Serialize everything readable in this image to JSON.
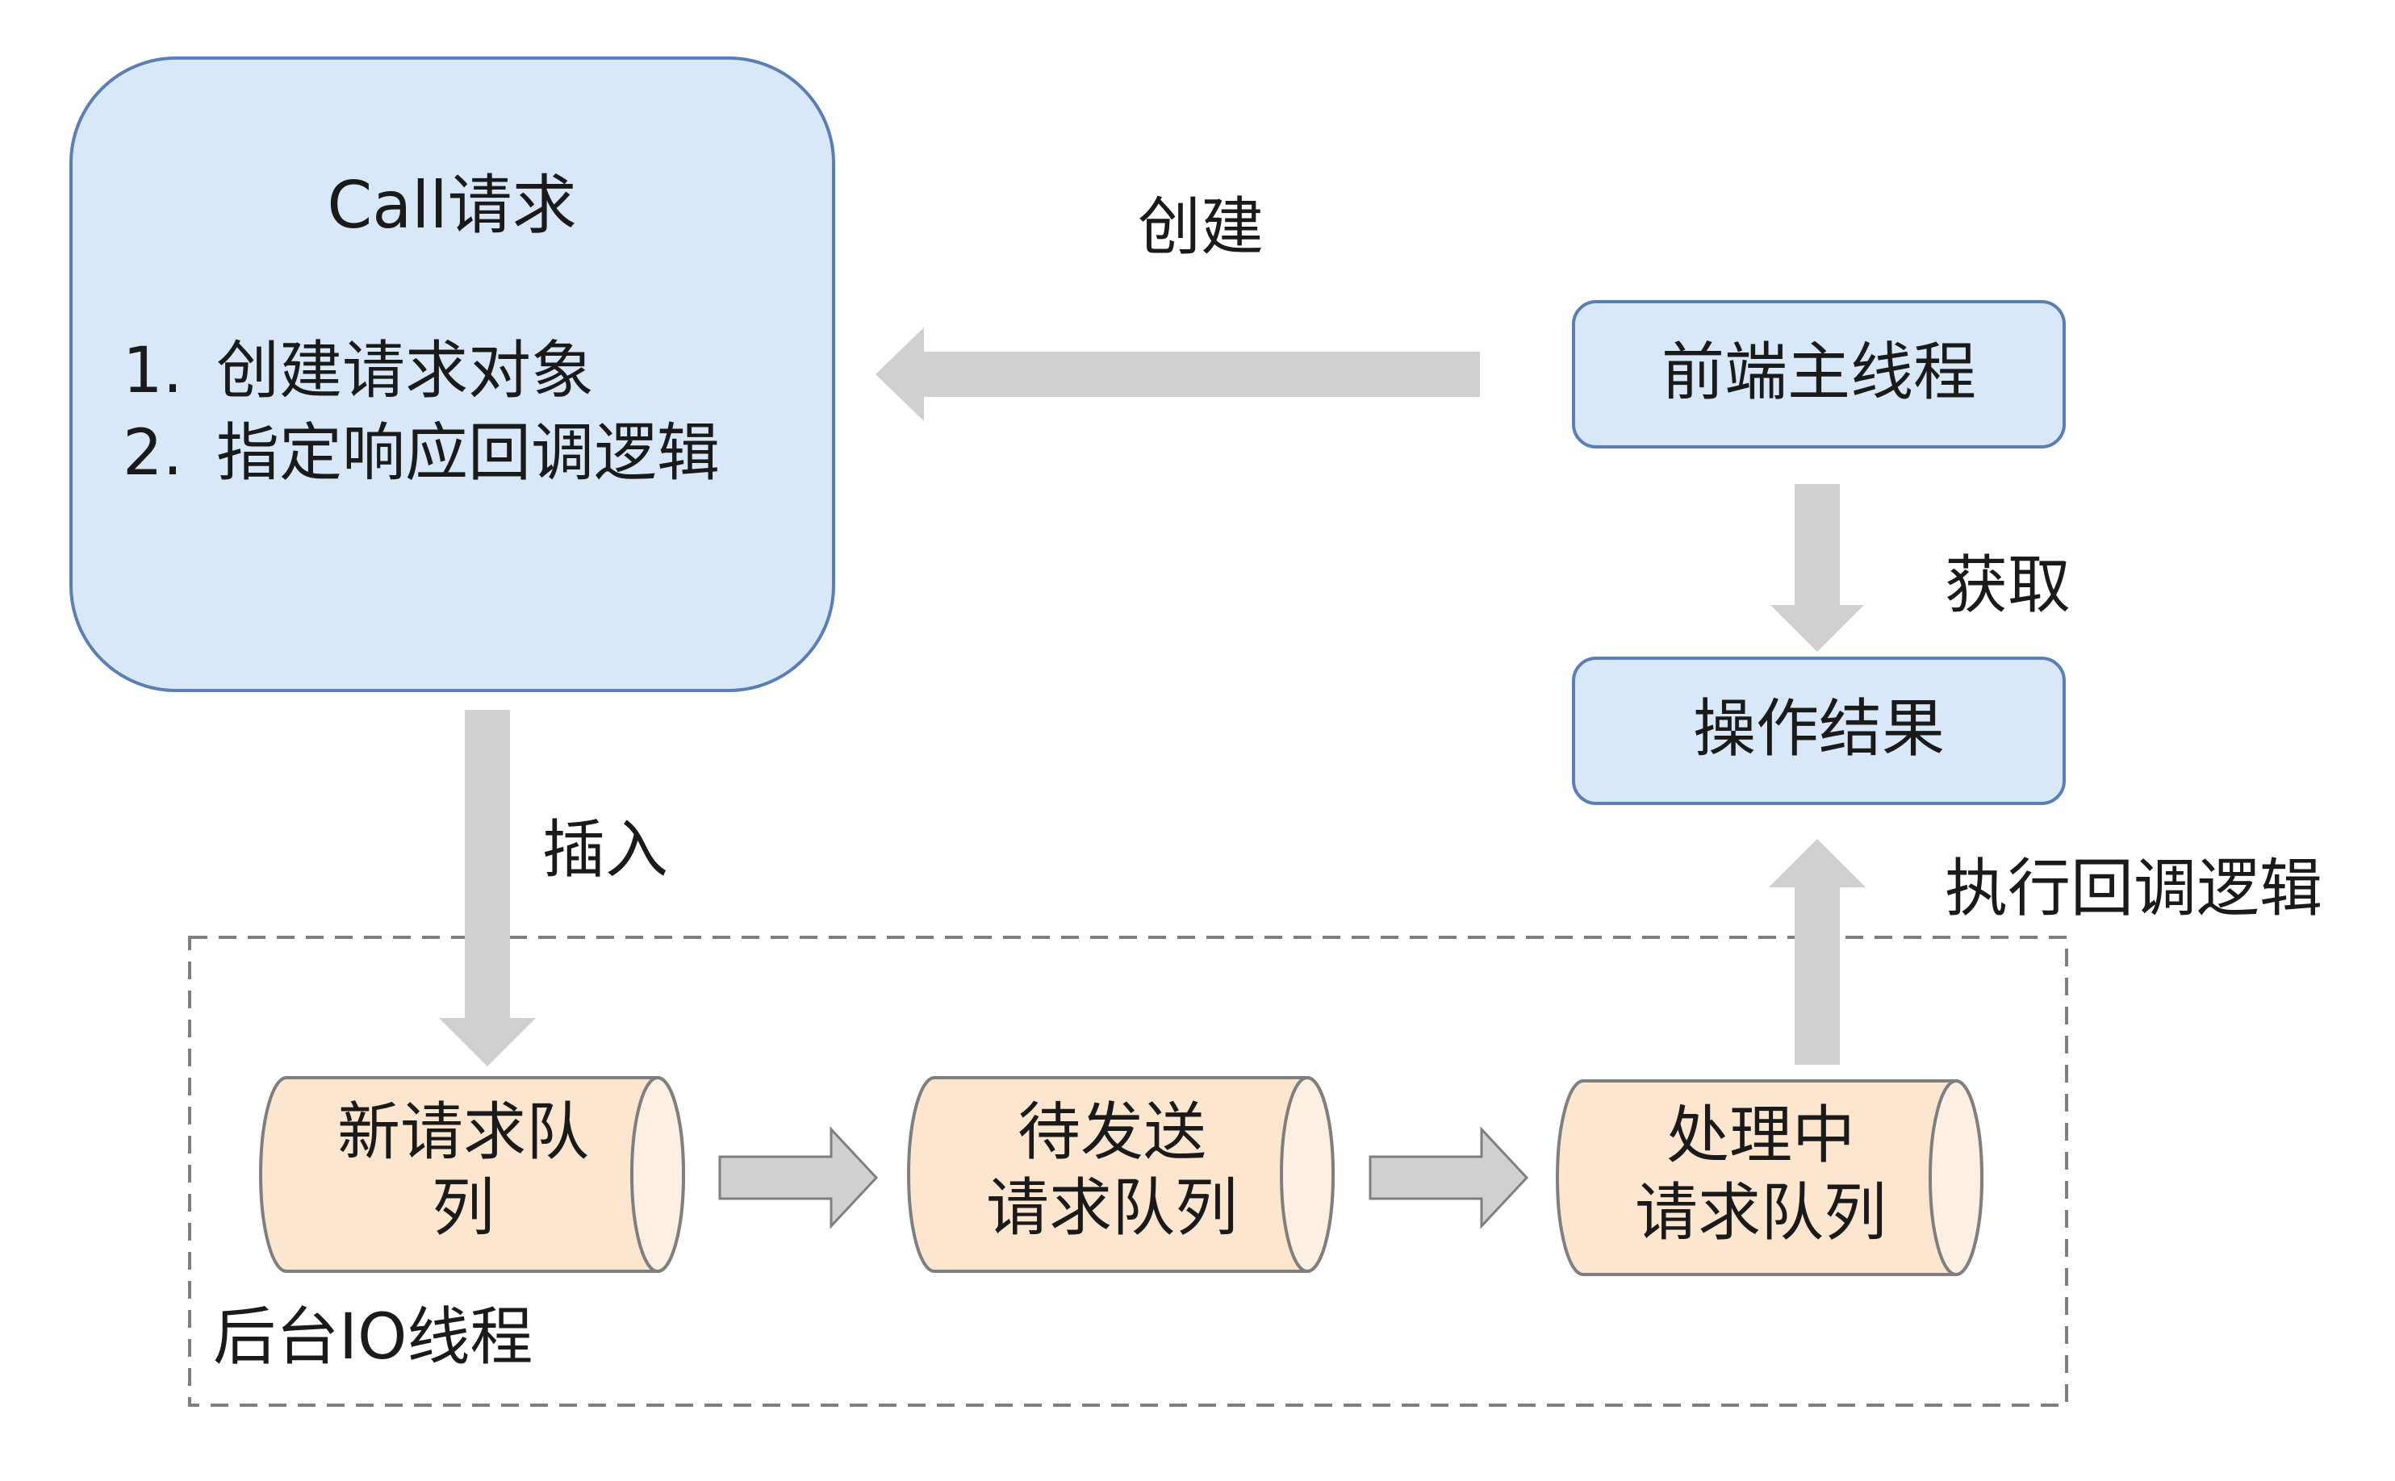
{
  "diagram": {
    "call_box": {
      "title": "Call请求",
      "items": [
        {
          "num": "1.",
          "text": "创建请求对象"
        },
        {
          "num": "2.",
          "text": "指定响应回调逻辑"
        }
      ]
    },
    "main_thread": "前端主线程",
    "result": "操作结果",
    "edges": {
      "create": "创建",
      "fetch": "获取",
      "insert": "插入",
      "callback": "执行回调逻辑"
    },
    "io_group": "后台IO线程",
    "queues": [
      {
        "line1": "新请求队",
        "line2": "列"
      },
      {
        "line1": "待发送",
        "line2": "请求队列"
      },
      {
        "line1": "处理中",
        "line2": "请求队列"
      }
    ],
    "colors": {
      "blue_fill": "#d9e8f8",
      "blue_stroke": "#5b7fb5",
      "orange_fill": "#fde6cf",
      "arrow_gray": "#d1cfd0",
      "dash_gray": "#7f7f7f"
    }
  }
}
